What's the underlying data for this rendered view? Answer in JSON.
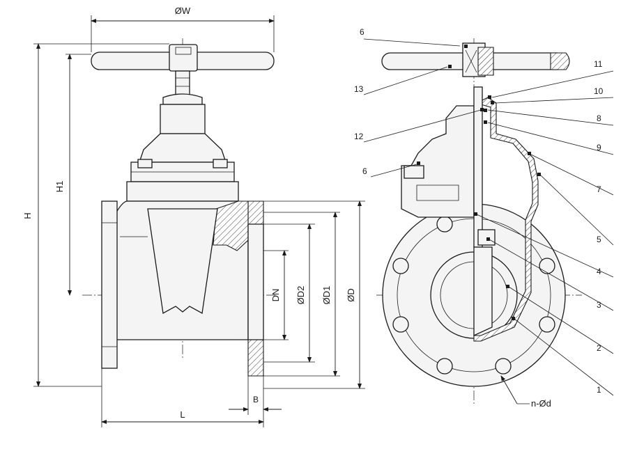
{
  "dimensions": {
    "W": "ØW",
    "H": "H",
    "H1": "H1",
    "DN": "DN",
    "D2": "ØD2",
    "D1": "ØD1",
    "D": "ØD",
    "L": "L",
    "B": "B",
    "nd": "n-Ød"
  },
  "callouts": {
    "c1": "1",
    "c2": "2",
    "c3": "3",
    "c4": "4",
    "c5": "5",
    "c6a": "6",
    "c6b": "6",
    "c7": "7",
    "c8": "8",
    "c9": "9",
    "c10": "10",
    "c11": "11",
    "c12": "12",
    "c13": "13"
  },
  "colors": {
    "line": "#1a1a1a",
    "fill": "#f4f4f4",
    "background": "#ffffff"
  }
}
